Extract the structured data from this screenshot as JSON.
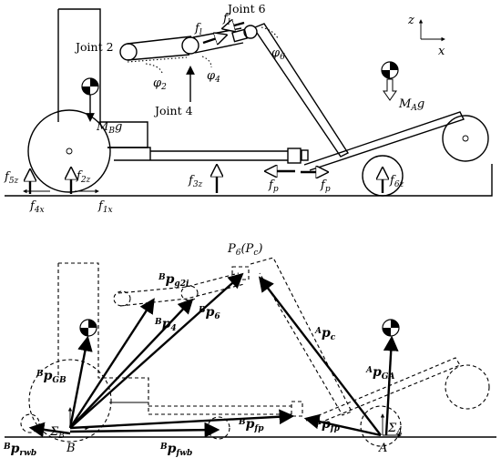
{
  "top": {
    "joints": [
      "Joint 2",
      "Joint 4",
      "Joint 6"
    ],
    "phis": {
      "phi2": "φ",
      "phi2_sub": "2",
      "phi4": "φ",
      "phi4_sub": "4",
      "phi6": "φ",
      "phi6_sub": "6"
    },
    "forces": {
      "f_l": "f",
      "f_l_sub": "l",
      "f_l2": "f",
      "f_l2_sub": "l",
      "f_p_left": "f",
      "f_p_left_sub": "p",
      "f_p_right": "f",
      "f_p_right_sub": "p",
      "f5z": "f",
      "f5z_sub": "5z",
      "f2z": "f",
      "f2z_sub": "2z",
      "f4x": "f",
      "f4x_sub": "4x",
      "f1x": "f",
      "f1x_sub": "1x",
      "f3z": "f",
      "f3z_sub": "3z",
      "f6z": "f",
      "f6z_sub": "6z"
    },
    "weights": {
      "mbg": "M",
      "mbg_sub": "B",
      "mbg_g": "g",
      "mag": "M",
      "mag_sub": "A",
      "mag_g": "g"
    },
    "axes": {
      "z": "z",
      "x": "x"
    }
  },
  "bottom": {
    "p6": "P",
    "p6_sub": "6",
    "p6_paren": "(P",
    "p6_paren_sub": "c",
    "p6_close": ")",
    "vectors": {
      "pg2i": {
        "sup": "B",
        "main": "p",
        "sub": "g2i"
      },
      "p4": {
        "sup": "B",
        "main": "p",
        "sub": "4"
      },
      "p6v": {
        "sup": "B",
        "main": "p",
        "sub": "6"
      },
      "pc": {
        "sup": "A",
        "main": "p",
        "sub": "c"
      },
      "pgb": {
        "sup": "B",
        "main": "p",
        "sub": "GB"
      },
      "pga": {
        "sup": "A",
        "main": "p",
        "sub": "GA"
      },
      "pfp_b": {
        "sup": "B",
        "main": "p",
        "sub": "fp"
      },
      "pfp_a": {
        "sup": "A",
        "main": "p",
        "sub": "fp"
      },
      "prwb": {
        "sup": "B",
        "main": "p",
        "sub": "rwb"
      },
      "pfwb": {
        "sup": "B",
        "main": "p",
        "sub": "fwb"
      }
    },
    "frames": {
      "sigma_b": "Σ",
      "sigma_b_sub": "B",
      "sigma_a": "Σ",
      "sigma_a_sub": "A"
    },
    "points": {
      "B": "B",
      "A": "A"
    }
  }
}
